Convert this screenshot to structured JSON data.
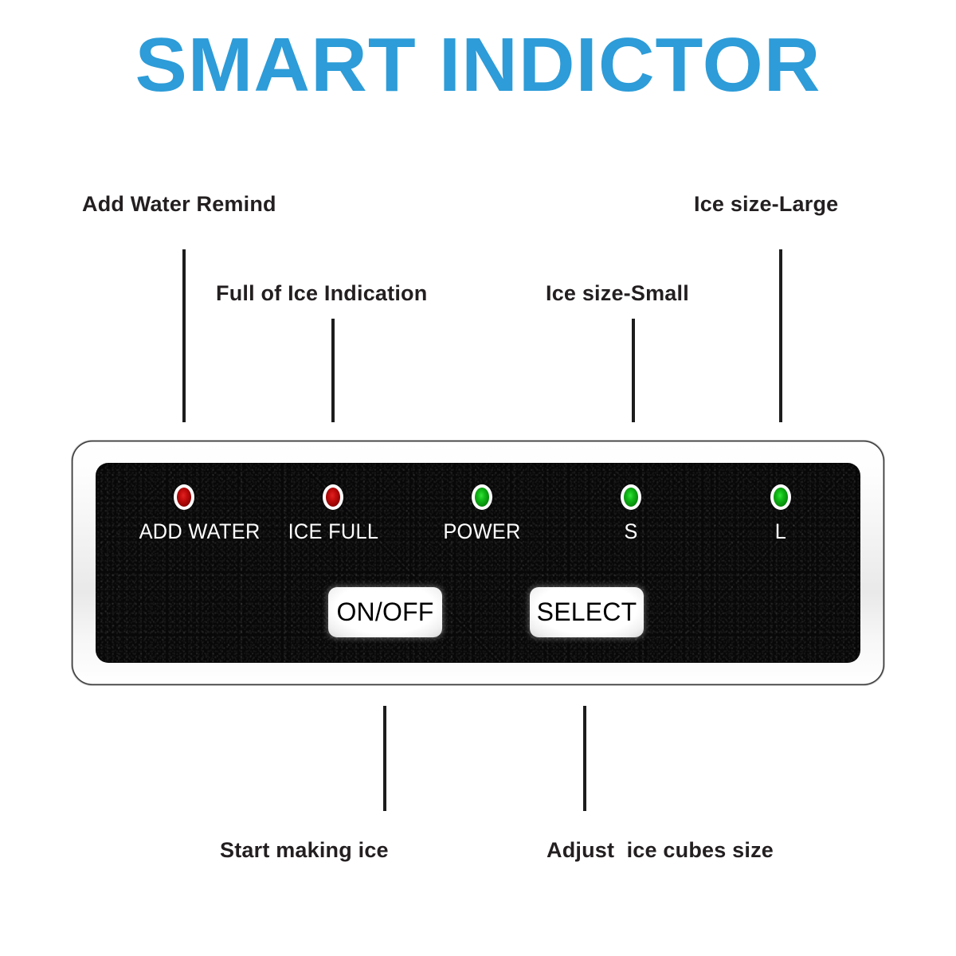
{
  "header": {
    "title": "SMART INDICTOR",
    "title_color": "#2d9cd8"
  },
  "callouts": {
    "top_left_1": "Add Water Remind",
    "top_left_2": "Full of Ice Indication",
    "top_right_1": "Ice size-Small",
    "top_right_2": "Ice size-Large",
    "bottom_1": "Start making ice",
    "bottom_2": "Adjust  ice cubes size"
  },
  "panel": {
    "faceplate_color": "#080808",
    "bezel_color": "#f2f2f2",
    "leds": [
      {
        "name": "add-water",
        "label": "ADD WATER",
        "color": "#c20d0d",
        "state": "red"
      },
      {
        "name": "ice-full",
        "label": "ICE FULL",
        "color": "#c20d0d",
        "state": "red"
      },
      {
        "name": "power",
        "label": "POWER",
        "color": "#12ba18",
        "state": "green"
      },
      {
        "name": "size-small",
        "label": "S",
        "color": "#12ba18",
        "state": "green"
      },
      {
        "name": "size-large",
        "label": "L",
        "color": "#12ba18",
        "state": "green"
      }
    ],
    "buttons": [
      {
        "name": "on-off",
        "label": "ON/OFF"
      },
      {
        "name": "select",
        "label": "SELECT"
      }
    ]
  }
}
